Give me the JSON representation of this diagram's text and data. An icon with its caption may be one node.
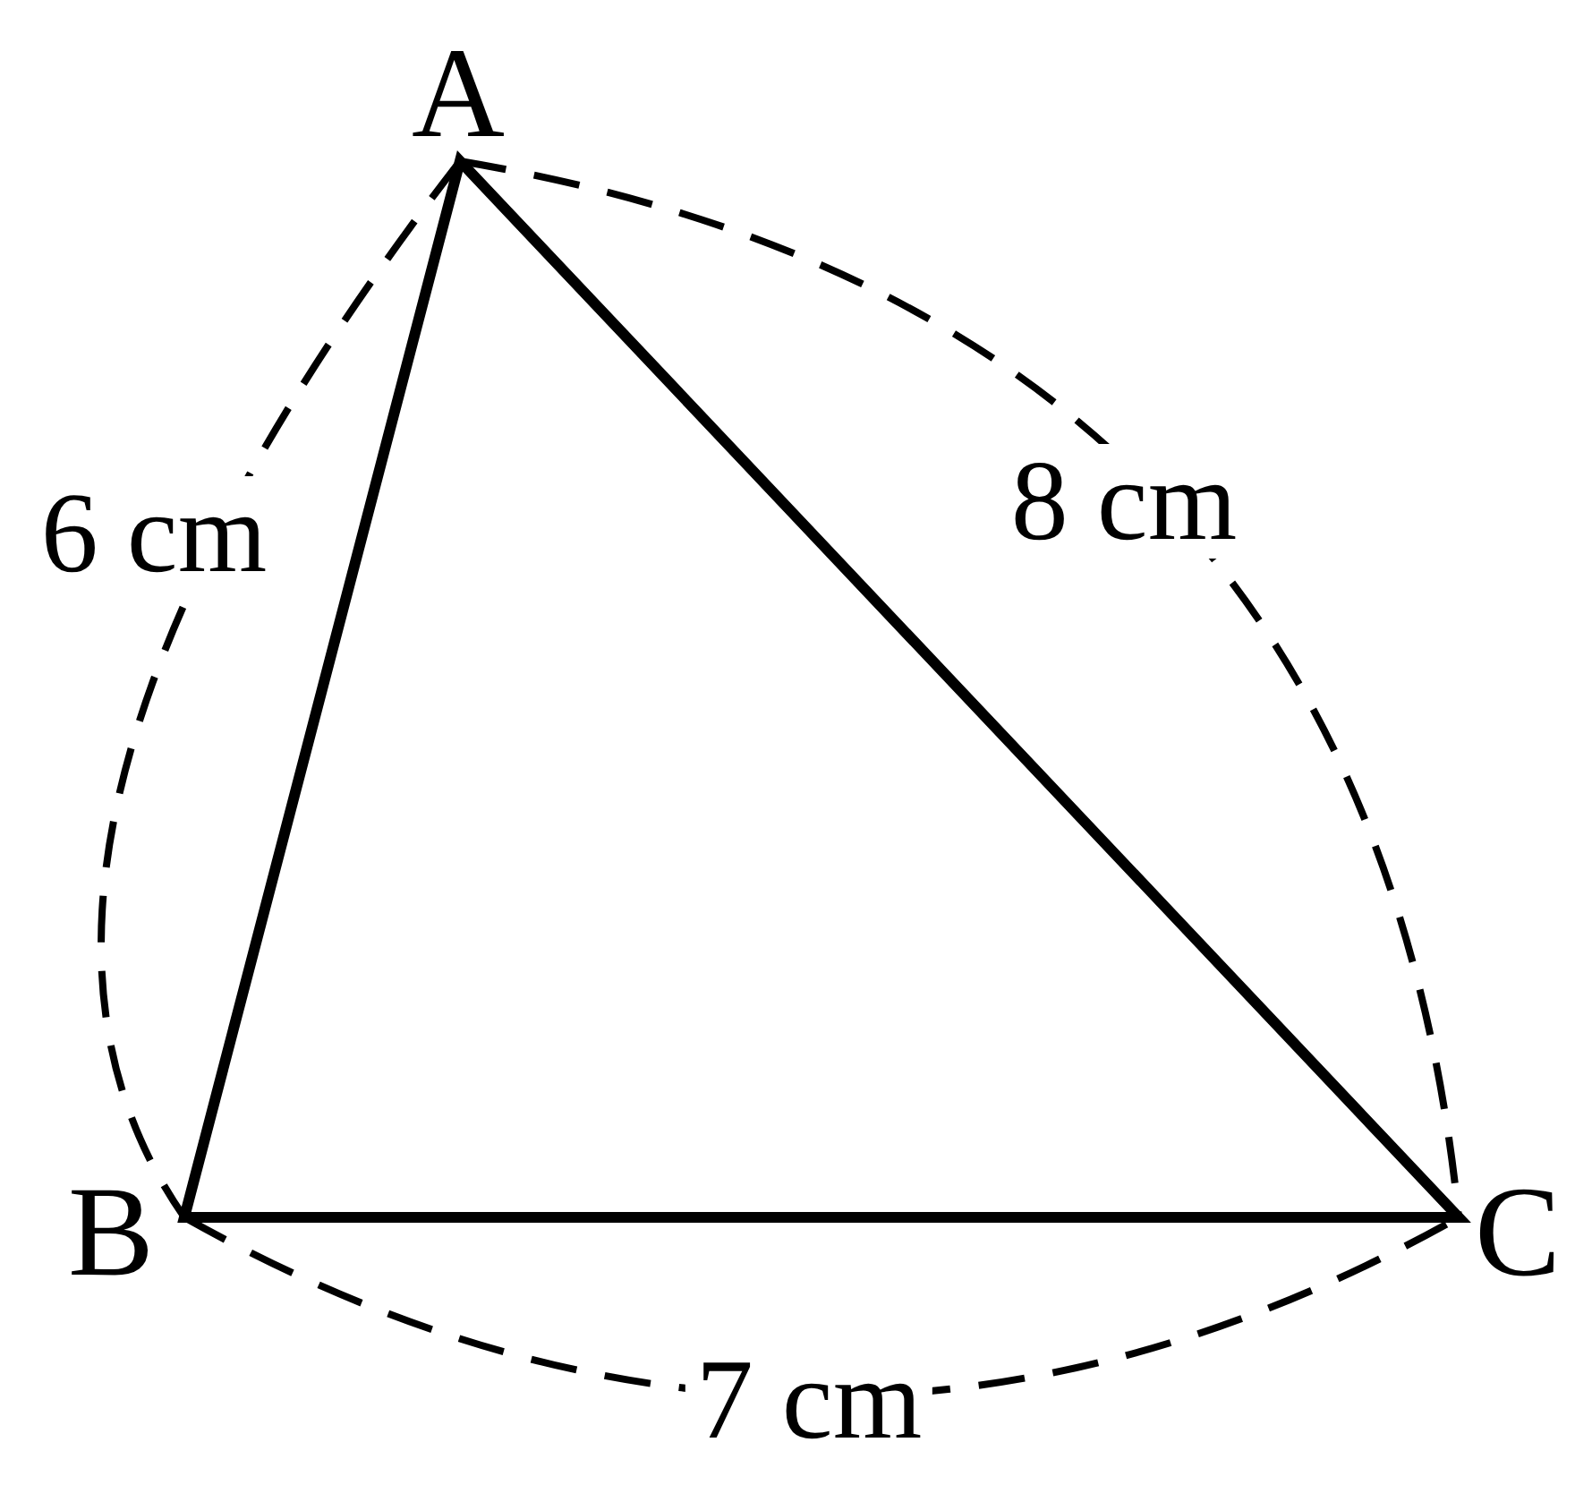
{
  "diagram": {
    "labels": [
      "A",
      "6 cm",
      "8 cm",
      "B",
      "C",
      "7 cm"
    ]
  }
}
